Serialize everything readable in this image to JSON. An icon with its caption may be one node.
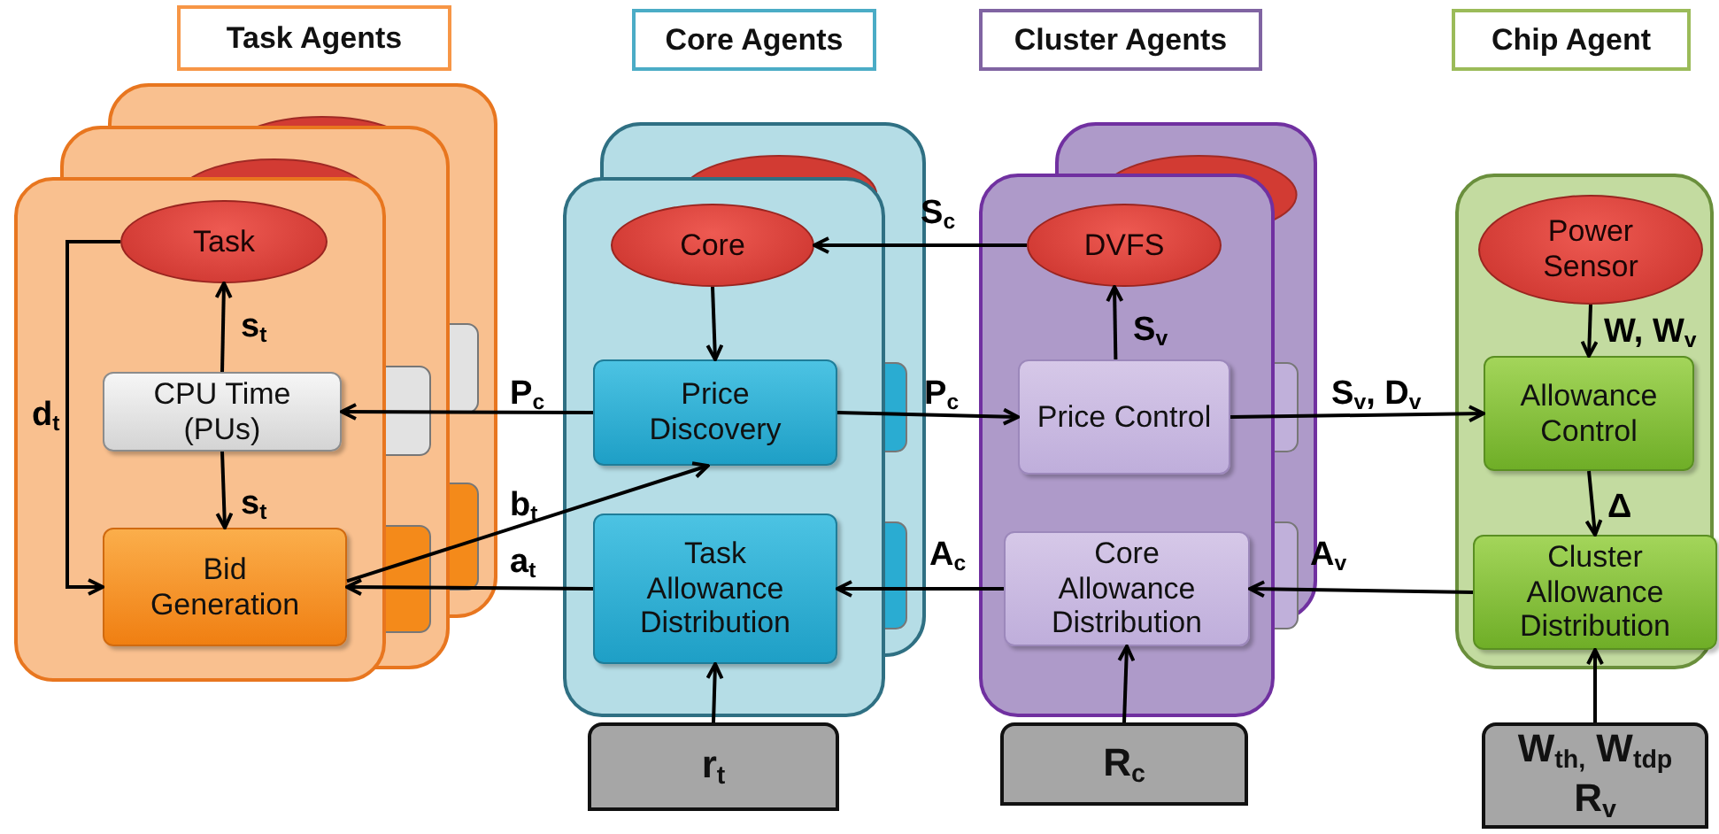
{
  "diagram": {
    "nodes": [
      {
        "text": [
          "Task Agents"
        ]
      },
      {
        "text": [
          "Core Agents"
        ]
      },
      {
        "text": [
          "Cluster Agents"
        ]
      },
      {
        "text": [
          "Chip Agent"
        ]
      },
      {
        "text": [],
        "shape": "box"
      },
      {
        "text": [
          "Task"
        ],
        "in": 4
      },
      {
        "text": [
          "CPU Time (PUs)"
        ],
        "in": 4
      },
      {
        "text": [
          "Bid Generation"
        ],
        "in": 4
      },
      {
        "text": [],
        "shape": "box"
      },
      {
        "text": [
          "Core"
        ],
        "in": 8
      },
      {
        "text": [
          "Price Discovery"
        ],
        "in": 8
      },
      {
        "text": [
          "Task Allowance Distribution"
        ],
        "in": 8
      },
      {
        "text": [],
        "shape": "box"
      },
      {
        "text": [
          "DVFS"
        ],
        "in": 12
      },
      {
        "text": [
          "Price Control"
        ],
        "in": 12
      },
      {
        "text": [
          "Core Allowance Distribution"
        ],
        "in": 12
      },
      {
        "text": [],
        "shape": "box"
      },
      {
        "text": [
          "Power Sensor"
        ],
        "in": 16
      },
      {
        "text": [
          "Allowance Control"
        ],
        "in": 16
      },
      {
        "text": [
          "Cluster Allowance Distribution"
        ],
        "in": 16
      },
      {
        "text": [
          "r$_{t}$"
        ]
      },
      {
        "text": [
          "R$_{c}$"
        ]
      },
      {
        "text": [
          "W$_{th,}$ W$_{tdp}$ R$_{v}$"
        ]
      }
    ],
    "edges": [
      {
        "from": 6,
        "to": 5,
        "arrow": "to",
        "label": "s$_{t}$"
      },
      {
        "from": 6,
        "to": 7,
        "arrow": "to",
        "label": "s$_{t}$"
      },
      {
        "from": 5,
        "to": 7,
        "arrow": "to",
        "label": "d$_{t}$"
      },
      {
        "from": 10,
        "to": 6,
        "arrow": "to",
        "label": "P$_{c}$"
      },
      {
        "from": 7,
        "to": 10,
        "arrow": "to",
        "label": "b$_{t}$"
      },
      {
        "from": 11,
        "to": 7,
        "arrow": "to",
        "label": "a$_{t}$"
      },
      {
        "from": 9,
        "to": 10,
        "arrow": "to"
      },
      {
        "from": 13,
        "to": 9,
        "arrow": "to",
        "label": "S$_{c}$"
      },
      {
        "from": 10,
        "to": 14,
        "arrow": "to",
        "label": "P$_{c}$"
      },
      {
        "from": 14,
        "to": 13,
        "arrow": "to",
        "label": "S$_{v}$"
      },
      {
        "from": 14,
        "to": 18,
        "arrow": "to",
        "label": "S$_{v}$, D$_{v}$"
      },
      {
        "from": 17,
        "to": 18,
        "arrow": "to",
        "label": "W, W$_{v}$"
      },
      {
        "from": 18,
        "to": 19,
        "arrow": "to",
        "label": "Δ"
      },
      {
        "from": 19,
        "to": 15,
        "arrow": "to",
        "label": "A$_{v}$"
      },
      {
        "from": 15,
        "to": 11,
        "arrow": "to",
        "label": "A$_{c}$"
      },
      {
        "from": 20,
        "to": 11,
        "arrow": "to"
      },
      {
        "from": 21,
        "to": 15,
        "arrow": "to"
      },
      {
        "from": 22,
        "to": 19,
        "arrow": "to"
      }
    ]
  }
}
